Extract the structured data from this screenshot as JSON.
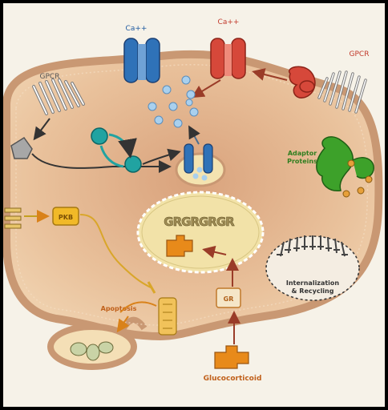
{
  "labels": {
    "ca_left": "Ca++",
    "ca_right": "Ca++",
    "gpcr_left": "GPCR",
    "gpcr_right": "GPCR",
    "adaptor": "Adaptor",
    "proteins": "Proteins",
    "pkb": "PKB",
    "apoptosis": "Apoptosis",
    "gr": "GR",
    "glucocorticoid": "Glucocorticoid",
    "internalization": "Internalization",
    "recycling": "& Recycling",
    "dna": "GRGRGRGR"
  },
  "colors": {
    "background": "#f5f1e6",
    "cytoplasm": "#e9bf97",
    "membrane": "#c79a74",
    "nucleus": "#f2e2a8",
    "channel_blue": "#2f72b8",
    "channel_red": "#d6483a",
    "adaptor_green": "#3da12a",
    "signal_orange": "#e88a1a",
    "teal": "#21a3a1"
  }
}
